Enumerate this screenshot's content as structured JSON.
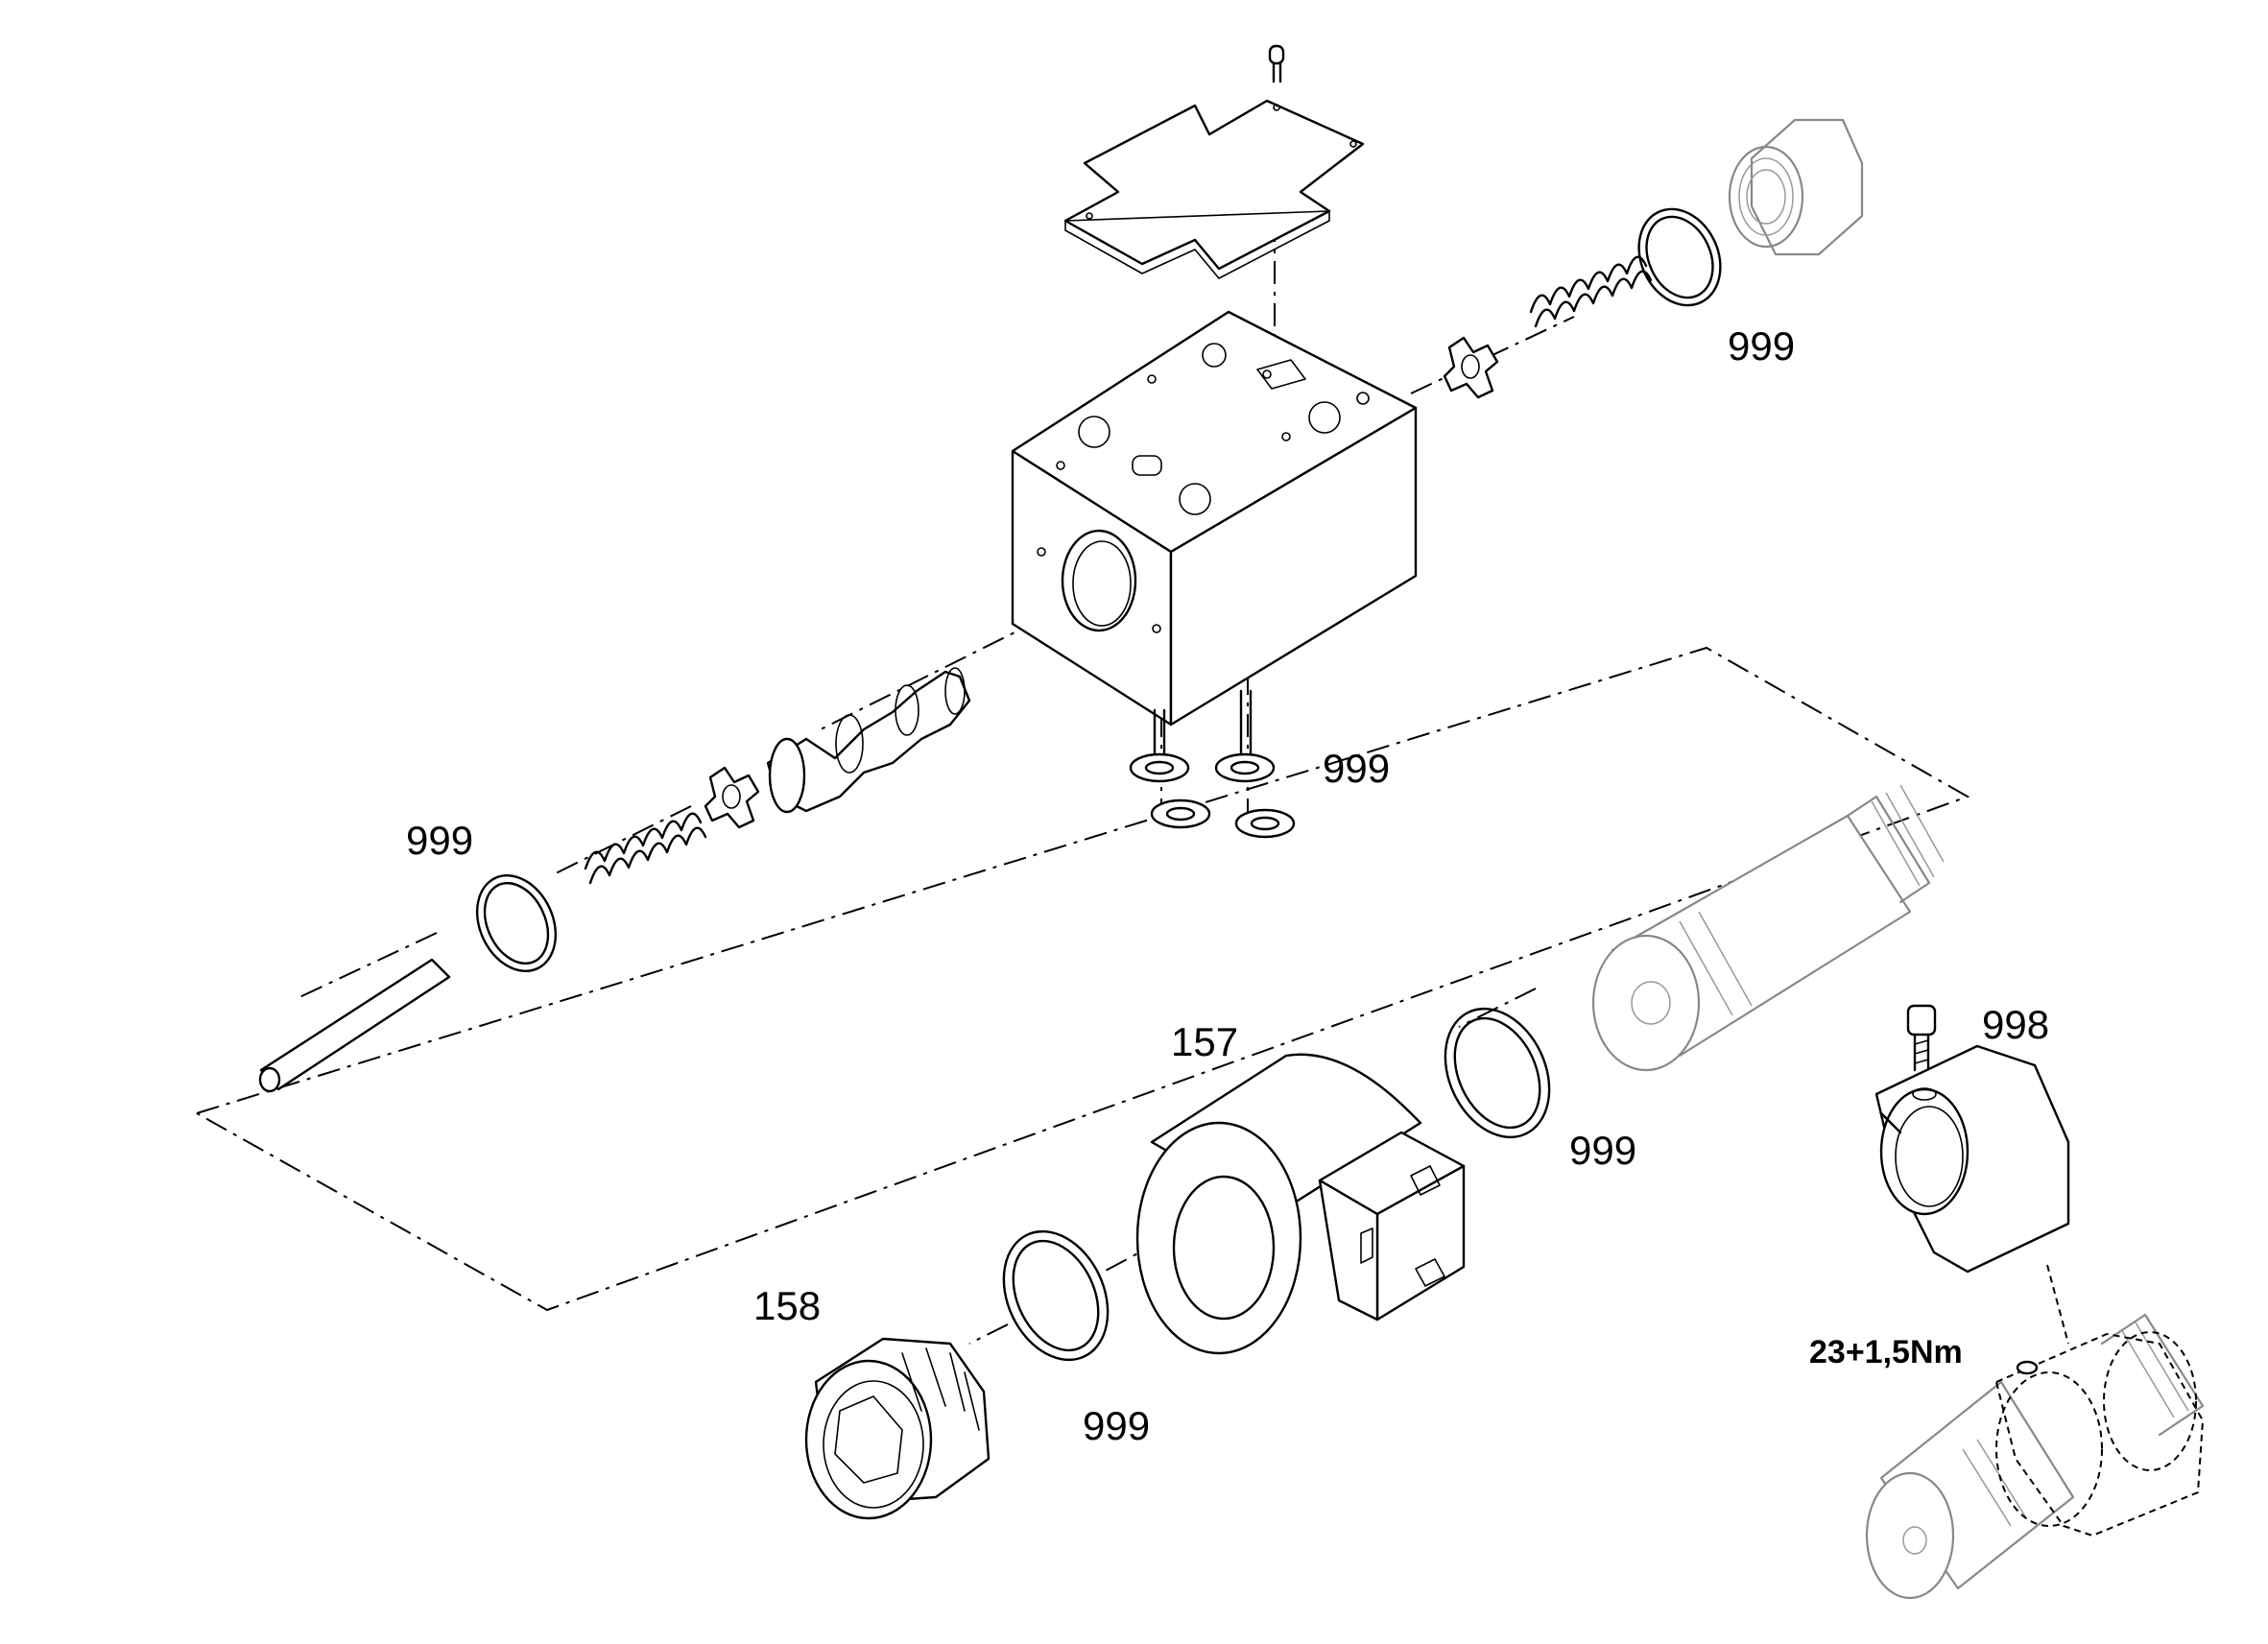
{
  "callouts": {
    "o_ring_top_right": "999",
    "seal_rings": "999",
    "o_ring_left": "999",
    "coil": "157",
    "o_ring_coil_right": "999",
    "nut": "158",
    "o_ring_nut": "999",
    "clamp_screw": "998"
  },
  "torque_spec": "23+1,5Nm"
}
